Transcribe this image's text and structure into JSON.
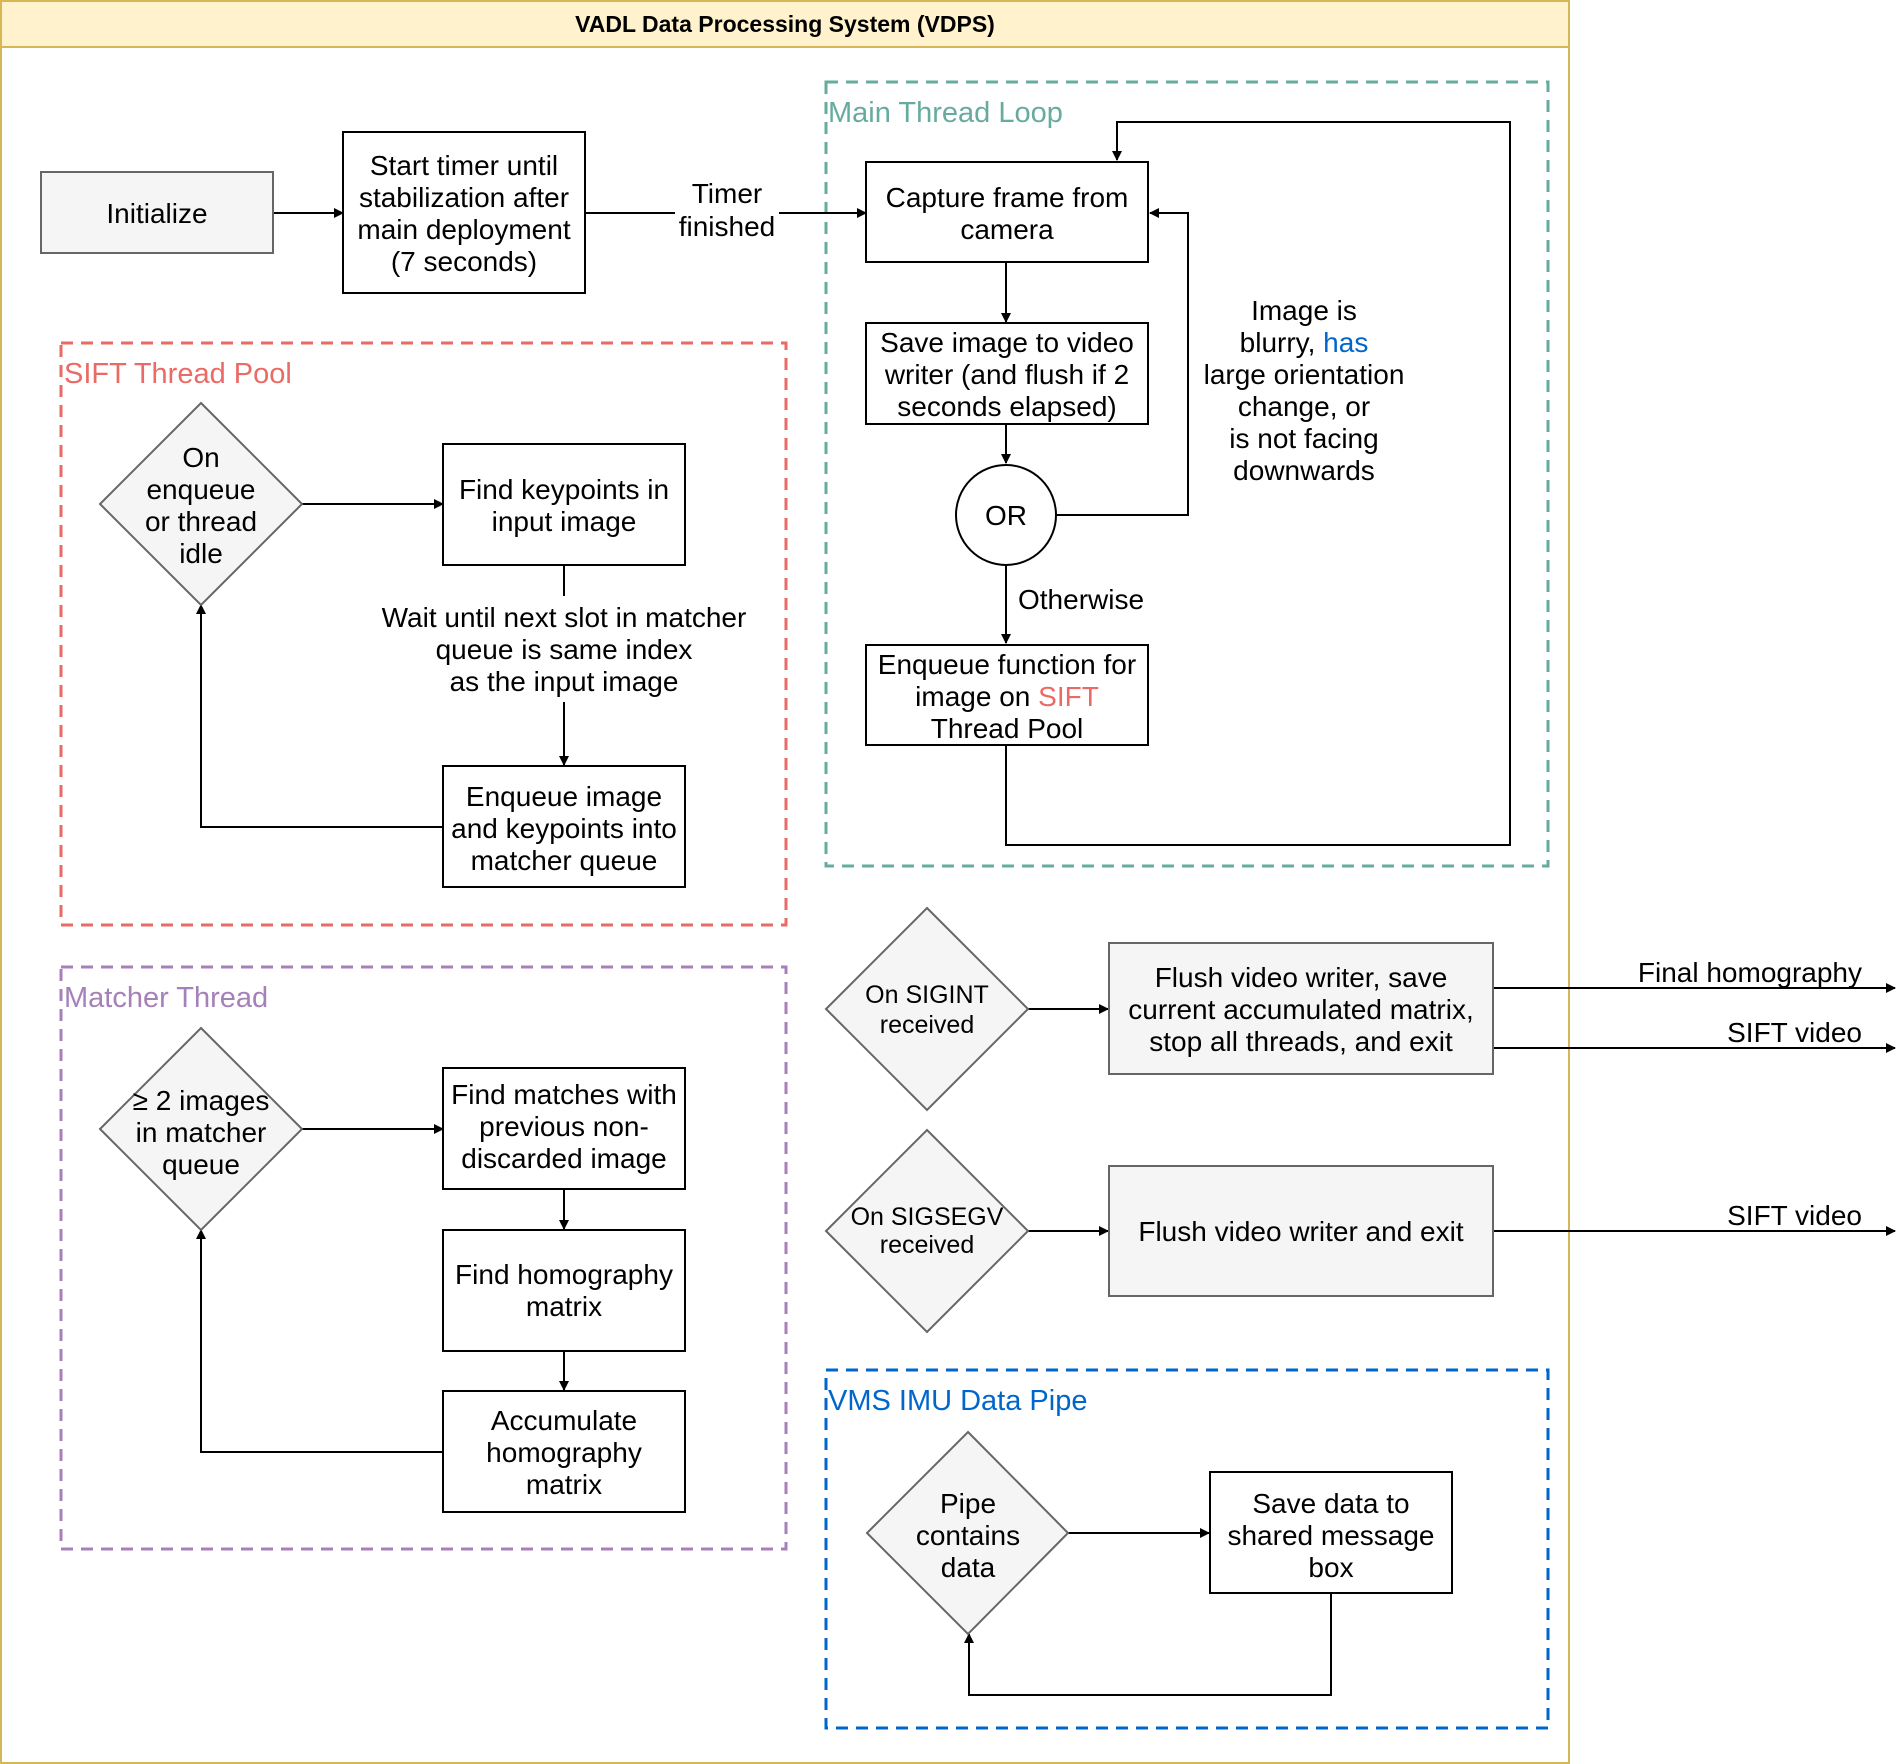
{
  "colors": {
    "outer_border": "#d6b656",
    "outer_header": "#fff2cc",
    "sift": "#ea6b66",
    "matcher": "#a680b8",
    "main_loop": "#67ab9f",
    "imu": "#0066cc",
    "grey_fill": "#f5f5f5",
    "grey_stroke": "#666666"
  },
  "title": "VADL Data Processing System (VDPS)",
  "groups": {
    "main_loop": "Main Thread Loop",
    "sift": "SIFT Thread Pool",
    "matcher": "Matcher Thread",
    "imu": "VMS IMU Data Pipe"
  },
  "nodes": {
    "initialize": "Initialize",
    "start_timer": [
      "Start timer until",
      "stabilization after",
      "main deployment",
      "(7 seconds)"
    ],
    "capture": [
      "Capture frame from",
      "camera"
    ],
    "save_image": [
      "Save image to video",
      "writer (and flush if 2",
      "seconds elapsed)"
    ],
    "or": "OR",
    "enqueue_fn": {
      "line1": "Enqueue function for",
      "line2a": "image on ",
      "line2b": "SIFT",
      "line3": "Thread Pool"
    },
    "sift_decision": [
      "On",
      "enqueue",
      "or thread",
      "idle"
    ],
    "find_keypoints": [
      "Find keypoints in",
      "input image"
    ],
    "enqueue_matcher": {
      "line1": "Enqueue image",
      "line2": "and keypoints into",
      "line3": "matcher queue"
    },
    "matcher_decision": [
      "≥ 2 images",
      "in matcher",
      "queue"
    ],
    "find_matches": [
      "Find matches with",
      "previous non-",
      "discarded image"
    ],
    "find_homography": [
      "Find homography",
      "matrix"
    ],
    "accumulate": [
      "Accumulate",
      "homography",
      "matrix"
    ],
    "sigint": [
      "On SIGINT",
      "received"
    ],
    "flush_save": [
      "Flush video writer, save",
      "current accumulated matrix,",
      "stop all threads, and exit"
    ],
    "sigsegv": [
      "On SIGSEGV",
      "received"
    ],
    "flush_exit": "Flush video writer and exit",
    "pipe": [
      "Pipe",
      "contains",
      "data"
    ],
    "save_data": {
      "line1": "Save data to",
      "line2": "shared message",
      "line3": "box"
    }
  },
  "edge_labels": {
    "timer": [
      "Timer",
      "finished"
    ],
    "blurry": {
      "line1": "Image is",
      "line2a": "blurry, ",
      "line2b": "has",
      "line3": "large orientation",
      "line4": "change, or",
      "line5": "is not facing",
      "line6": "downwards"
    },
    "otherwise": "Otherwise",
    "wait": [
      "Wait until next slot in matcher",
      "queue is same index",
      "as the input image"
    ],
    "final_homography": "Final homography",
    "sift_video_1": "SIFT video",
    "sift_video_2": "SIFT video"
  }
}
